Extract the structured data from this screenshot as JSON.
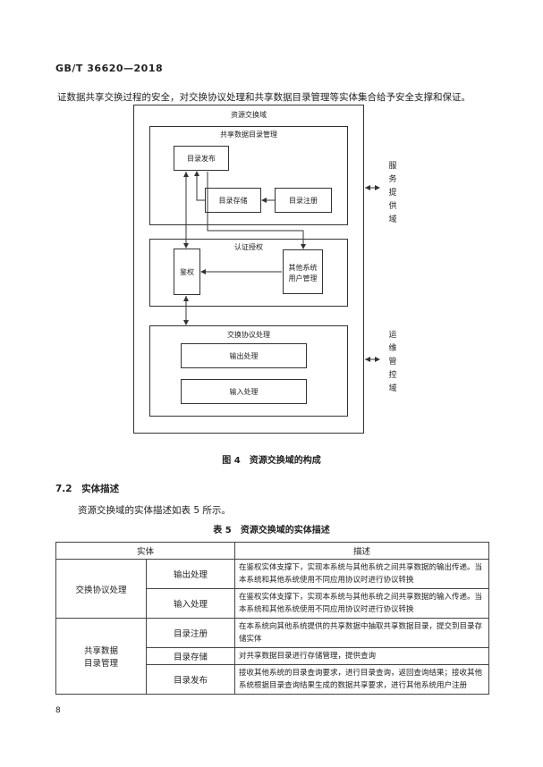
{
  "header": {
    "standard_id": "GB/T 36620—2018"
  },
  "intro_text": "证数据共享交换过程的安全，对交换协议处理和共享数据目录管理等实体集合给予安全支撑和保证。",
  "figure": {
    "outer_title": "资源交换域",
    "catalog_group_title": "共享数据目录管理",
    "catalog_publish": "目录发布",
    "catalog_storage": "目录存储",
    "catalog_register": "目录注册",
    "auth_group_title": "认证授权",
    "authz": "鉴权",
    "user_mgmt_line1": "其他系统",
    "user_mgmt_line2": "用户管理",
    "protocol_group_title": "交换协议处理",
    "output_proc": "输出处理",
    "input_proc": "输入处理",
    "service_domain": [
      "服",
      "务",
      "提",
      "供",
      "域"
    ],
    "ops_domain": [
      "运",
      "维",
      "管",
      "控",
      "域"
    ],
    "caption": "图 4　资源交换域的构成"
  },
  "section": {
    "title": "7.2　实体描述",
    "paragraph": "资源交换域的实体描述如表 5 所示。"
  },
  "table": {
    "caption": "表 5　资源交换域的实体描述",
    "headers": [
      "实体",
      "描述"
    ],
    "group1": "交换协议处理",
    "group2_line1": "共享数据",
    "group2_line2": "目录管理",
    "rows": [
      {
        "entity": "输出处理",
        "desc": "在鉴权实体支撑下，实现本系统与其他系统之间共享数据的输出传递。当本系统和其他系统使用不同应用协议时进行协议转换"
      },
      {
        "entity": "输入处理",
        "desc": "在鉴权实体支撑下，实现本系统与其他系统之间共享数据的输入传递。当本系统和其他系统使用不同应用协议时进行协议转换"
      },
      {
        "entity": "目录注册",
        "desc": "在本系统向其他系统提供的共享数据中抽取共享数据目录，提交到目录存储实体"
      },
      {
        "entity": "目录存储",
        "desc": "对共享数据目录进行存储管理，提供查询"
      },
      {
        "entity": "目录发布",
        "desc": "接收其他系统的目录查询要求，进行目录查询，返回查询结果；接收其他系统根据目录查询结果生成的数据共享要求，进行其他系统用户注册"
      }
    ]
  },
  "page_number": "8"
}
